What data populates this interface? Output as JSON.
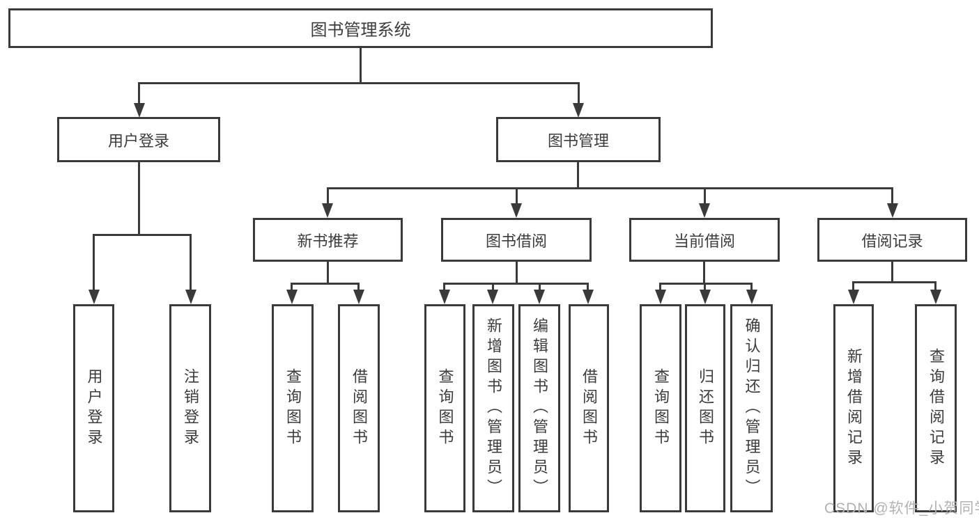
{
  "colors": {
    "line": "#3a3a3a",
    "text": "#3c3c3c",
    "background": "#ffffff",
    "watermark": "#b2b2b2"
  },
  "watermark": "CSDN @软件_小贺同学",
  "diagram": {
    "root": "图书管理系统",
    "level2": {
      "user_login": "用户登录",
      "book_mgmt": "图书管理"
    },
    "level3": {
      "new_books": "新书推荐",
      "book_borrow": "图书借阅",
      "current_borrow": "当前借阅",
      "borrow_records": "借阅记录"
    },
    "leaves": {
      "user_login": "用户登录",
      "logout": "注销登录",
      "nb_query": "查询图书",
      "nb_borrow": "借阅图书",
      "bb_query": "查询图书",
      "bb_add": "新增图书（管理员）",
      "bb_edit": "编辑图书（管理员）",
      "bb_borrow": "借阅图书",
      "cb_query": "查询图书",
      "cb_return": "归还图书",
      "cb_confirm": "确认归还（管理员）",
      "br_add": "新增借阅记录",
      "br_query": "查询借阅记录"
    }
  }
}
